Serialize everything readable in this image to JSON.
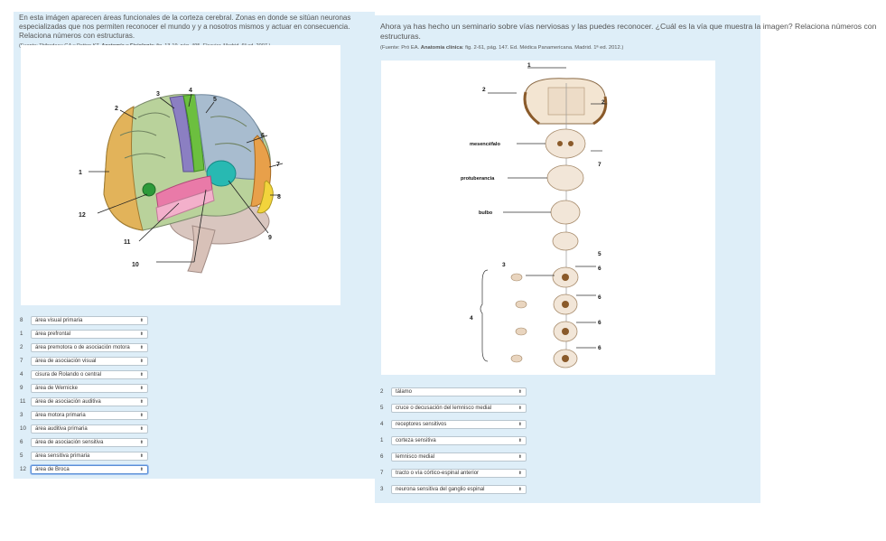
{
  "left": {
    "question": "En esta imágen aparecen áreas funcionales de la corteza cerebral. Zonas en donde se sitúan neuronas especializadas que nos permiten reconocer el mundo y y a nosotros mismos y actuar en consecuencia. Relaciona números con estructuras.",
    "source_prefix": "(Fuente: Thibodeau GA y Patton KT. ",
    "source_bold": "Anatomía y Fisiología",
    "source_suffix": ": fig. 13-19, pág. 495. Elsevier. Madrid. 6ª ed. 2007.)",
    "figure_labels": [
      "1",
      "2",
      "3",
      "4",
      "5",
      "6",
      "7",
      "8",
      "9",
      "10",
      "11",
      "12"
    ],
    "rows": [
      {
        "num": "8",
        "value": "área visual primaria"
      },
      {
        "num": "1",
        "value": "área prefrontal"
      },
      {
        "num": "2",
        "value": "área premotora o de asociación motora"
      },
      {
        "num": "7",
        "value": "área de asociación visual"
      },
      {
        "num": "4",
        "value": "cisura de Rolando o central"
      },
      {
        "num": "9",
        "value": "área de Wernicke"
      },
      {
        "num": "11",
        "value": "área de asociación auditiva"
      },
      {
        "num": "3",
        "value": "área motora primaria"
      },
      {
        "num": "10",
        "value": "área auditiva primaria"
      },
      {
        "num": "6",
        "value": "área de asociación sensitiva"
      },
      {
        "num": "5",
        "value": "área sensitiva primaria"
      },
      {
        "num": "12",
        "value": "área de Broca"
      }
    ]
  },
  "right": {
    "question": "Ahora ya has hecho un seminario sobre vías nerviosas y las puedes reconocer. ¿Cuál es la vía que muestra la imagen? Relaciona números con estructuras.",
    "source_prefix": "(Fuente: Pró EA. ",
    "source_bold": "Anatomía clínica",
    "source_suffix": ": fig. 2-61, pág. 147. Ed. Médica Panamericana. Madrid. 1ª ed. 2012.)",
    "figure_labels": {
      "n1": "1",
      "n2a": "2",
      "n2b": "2",
      "n3": "3",
      "n4": "4",
      "n5": "5",
      "n6a": "6",
      "n6b": "6",
      "n6c": "6",
      "n6d": "6",
      "n7": "7",
      "mesencefalo": "mesencéfalo",
      "protuberancia": "protuberancia",
      "bulbo": "bulbo"
    },
    "rows": [
      {
        "num": "2",
        "value": "tálamo"
      },
      {
        "num": "5",
        "value": "cruce o decusación del lemnisco medial"
      },
      {
        "num": "4",
        "value": "receptores sensitivos"
      },
      {
        "num": "1",
        "value": "corteza sensitiva"
      },
      {
        "num": "6",
        "value": "lemnisco medial"
      },
      {
        "num": "7",
        "value": "tracto o vía córtico-espinal anterior"
      },
      {
        "num": "3",
        "value": "neurona sensitiva del ganglio espinal"
      }
    ]
  },
  "colors": {
    "panel": "#deeef8",
    "focus": "#5b8fd6"
  },
  "icons": {
    "select_arrow": "select-arrows-icon"
  }
}
